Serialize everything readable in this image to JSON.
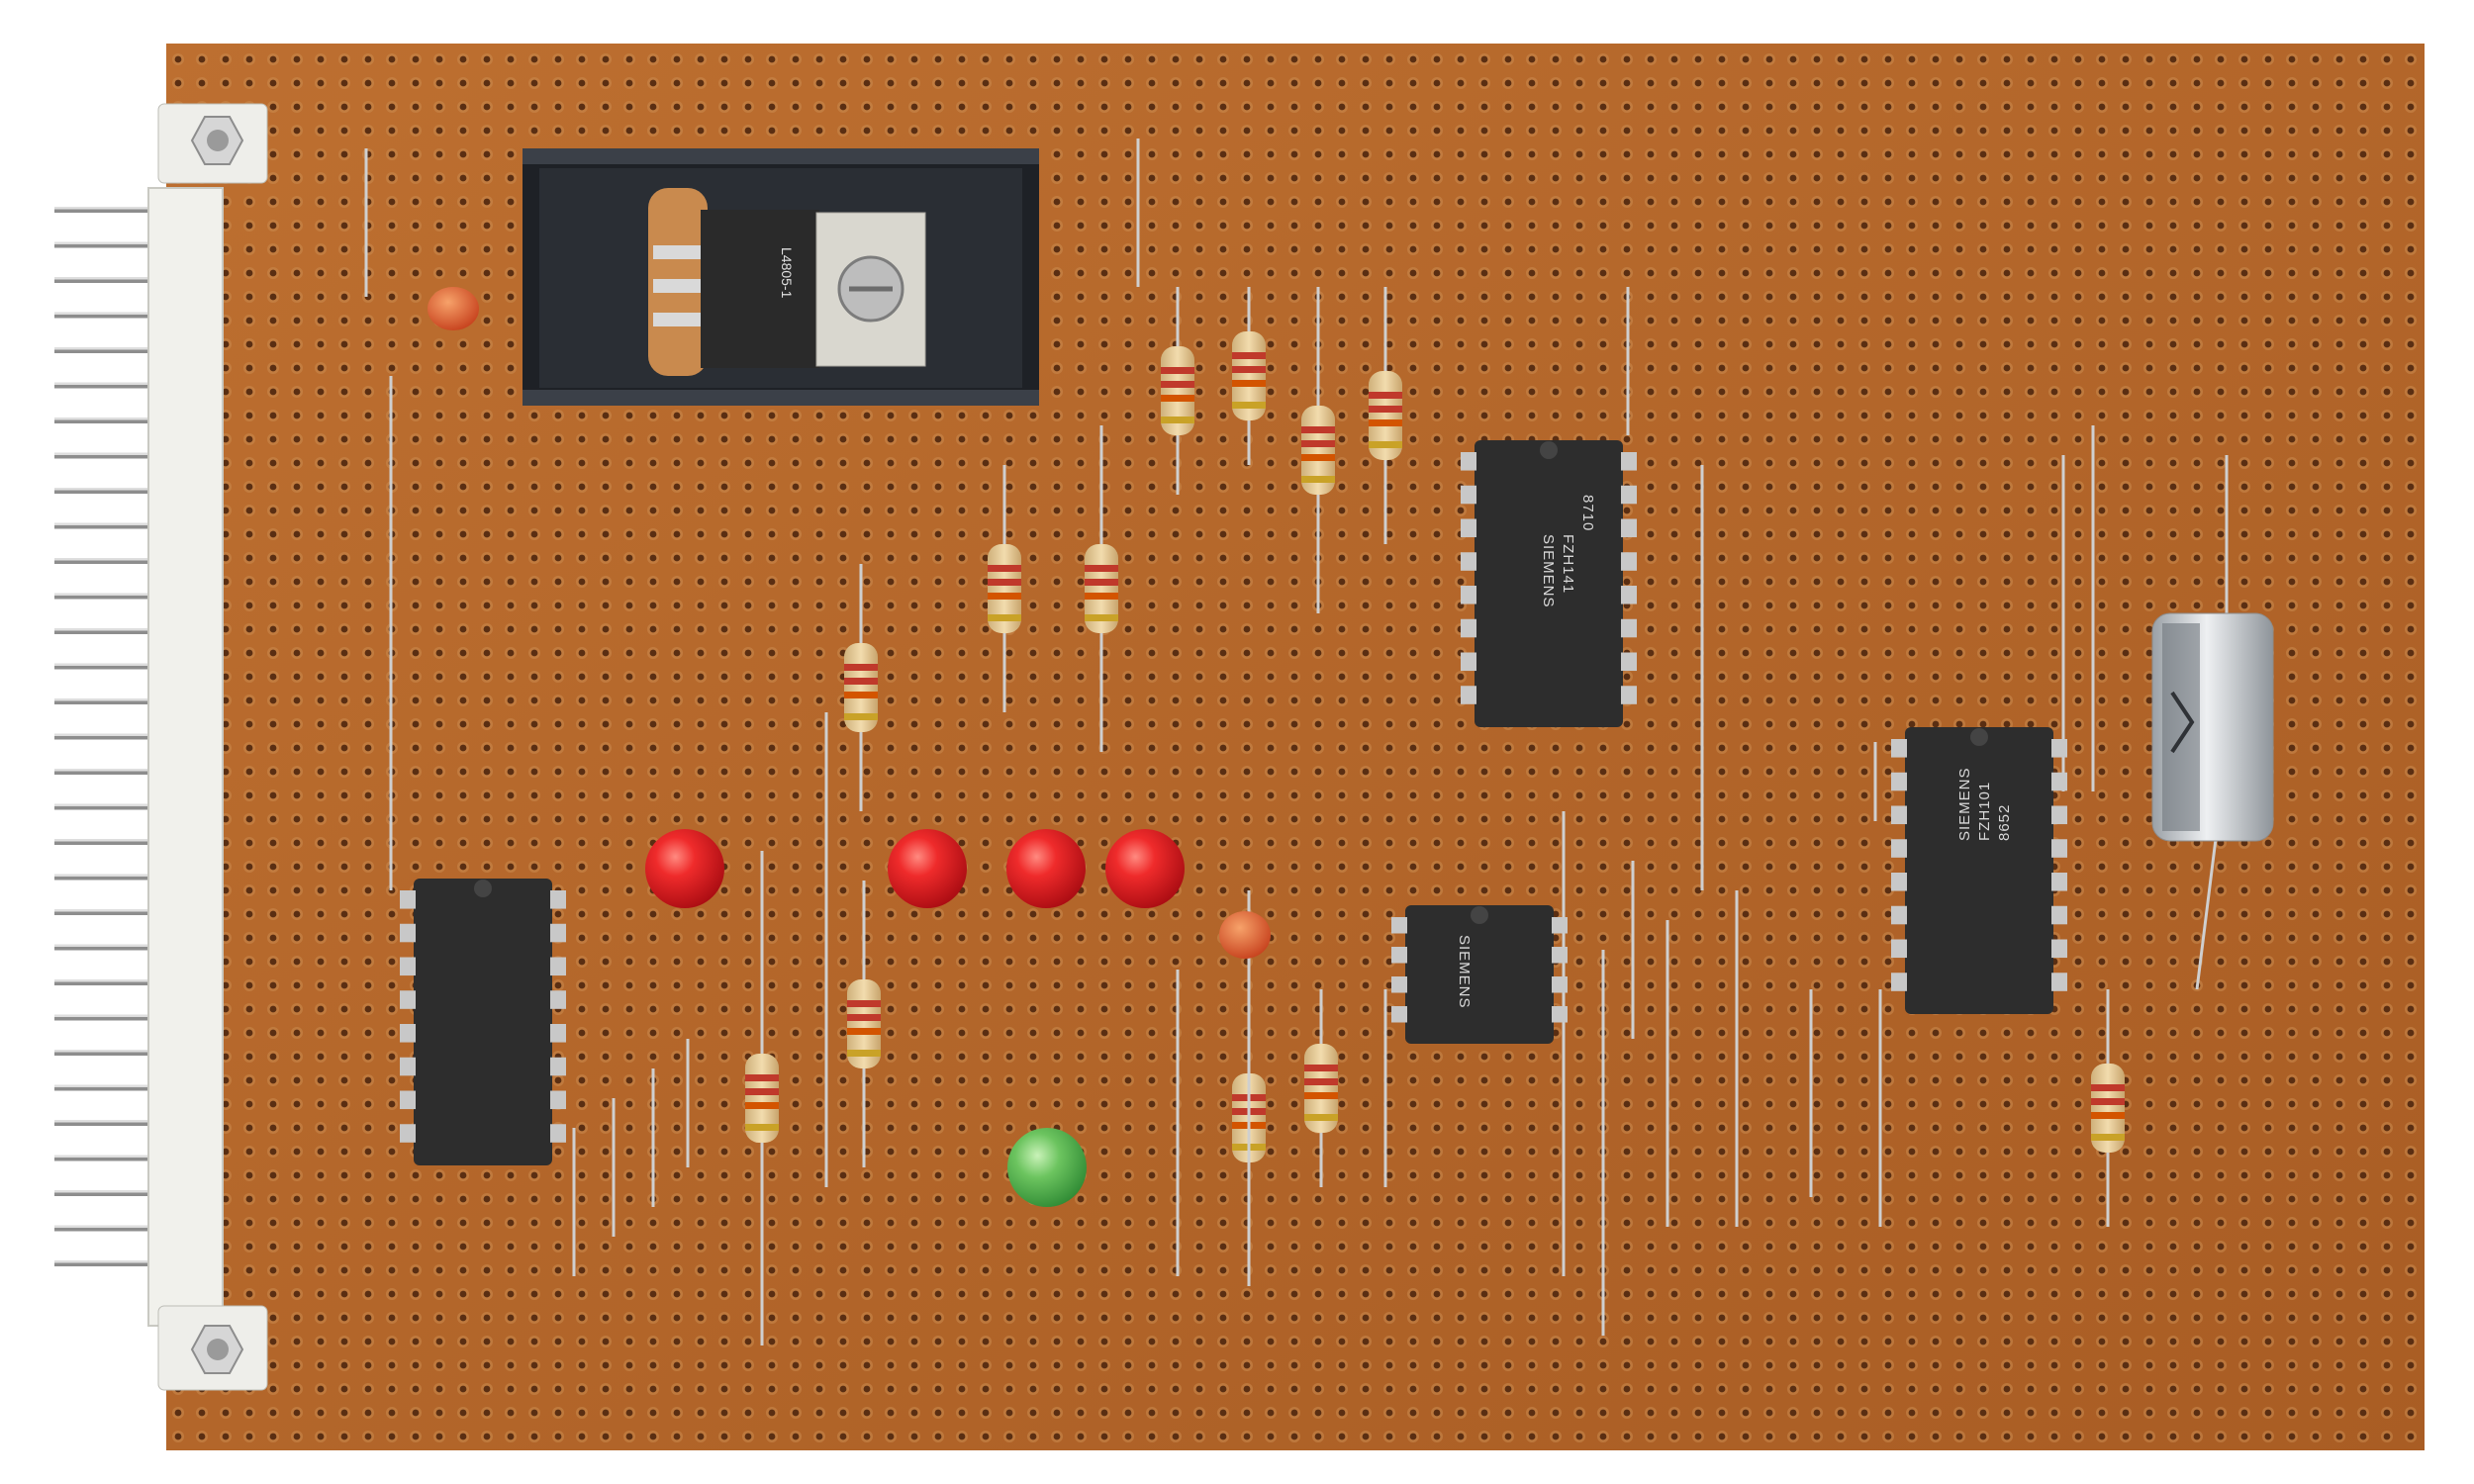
{
  "image": {
    "subject": "perfboard-circuit",
    "colors": {
      "board": "#b5672a",
      "board_dark": "#9a5420",
      "hole": "#5a2e12",
      "pad": "#c98a4e",
      "ic_body": "#2d2d2d",
      "pin": "#c8c8c8",
      "led_red": "#e0141c",
      "led_green": "#53b24a",
      "resistor_body": "#e8cfa0",
      "connector": "#f1f1ec",
      "heatsink": "#1e2126",
      "capacitor": "#d7d9dc"
    }
  },
  "regulator": {
    "text": "L4805-1"
  },
  "ics": [
    {
      "id": "ic-1",
      "line1": "SIEMENS",
      "line2": "FZH141",
      "line3": "8710"
    },
    {
      "id": "ic-2",
      "line1": "SIEMENS",
      "line2": "FZH101",
      "line3": "8652"
    },
    {
      "id": "ic-3",
      "line1": "SIEMENS",
      "line2": ""
    },
    {
      "id": "ic-4",
      "line1": "",
      "line2": ""
    }
  ]
}
